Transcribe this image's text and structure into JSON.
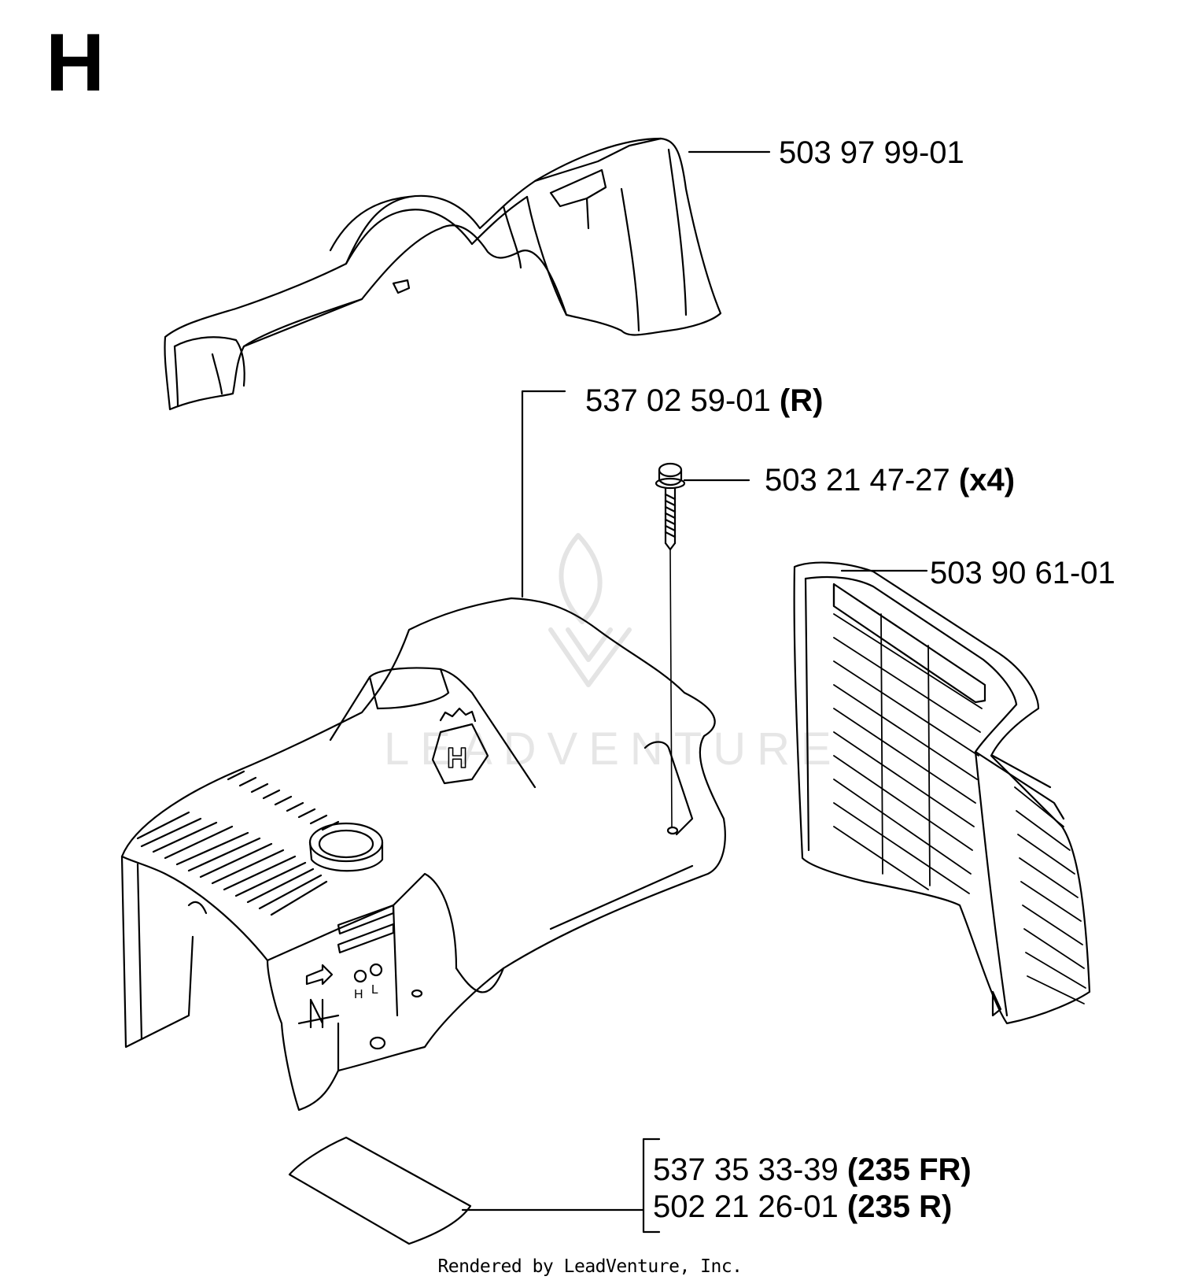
{
  "section": {
    "letter": "H"
  },
  "parts": [
    {
      "number": "503 97 99-01",
      "qualifier": ""
    },
    {
      "number": "537 02 59-01",
      "qualifier": "(R)"
    },
    {
      "number": "503 21 47-27",
      "qualifier": "(x4)"
    },
    {
      "number": "503 90 61-01",
      "qualifier": ""
    },
    {
      "number": "537 35 33-39",
      "qualifier": "(235 FR)"
    },
    {
      "number": "502 21 26-01",
      "qualifier": "(235 R)"
    }
  ],
  "watermark": {
    "text": "LEADVENTURE"
  },
  "footer": {
    "text": "Rendered by LeadVenture, Inc."
  },
  "colors": {
    "line": "#000000",
    "watermark": "#e6e6e6"
  }
}
